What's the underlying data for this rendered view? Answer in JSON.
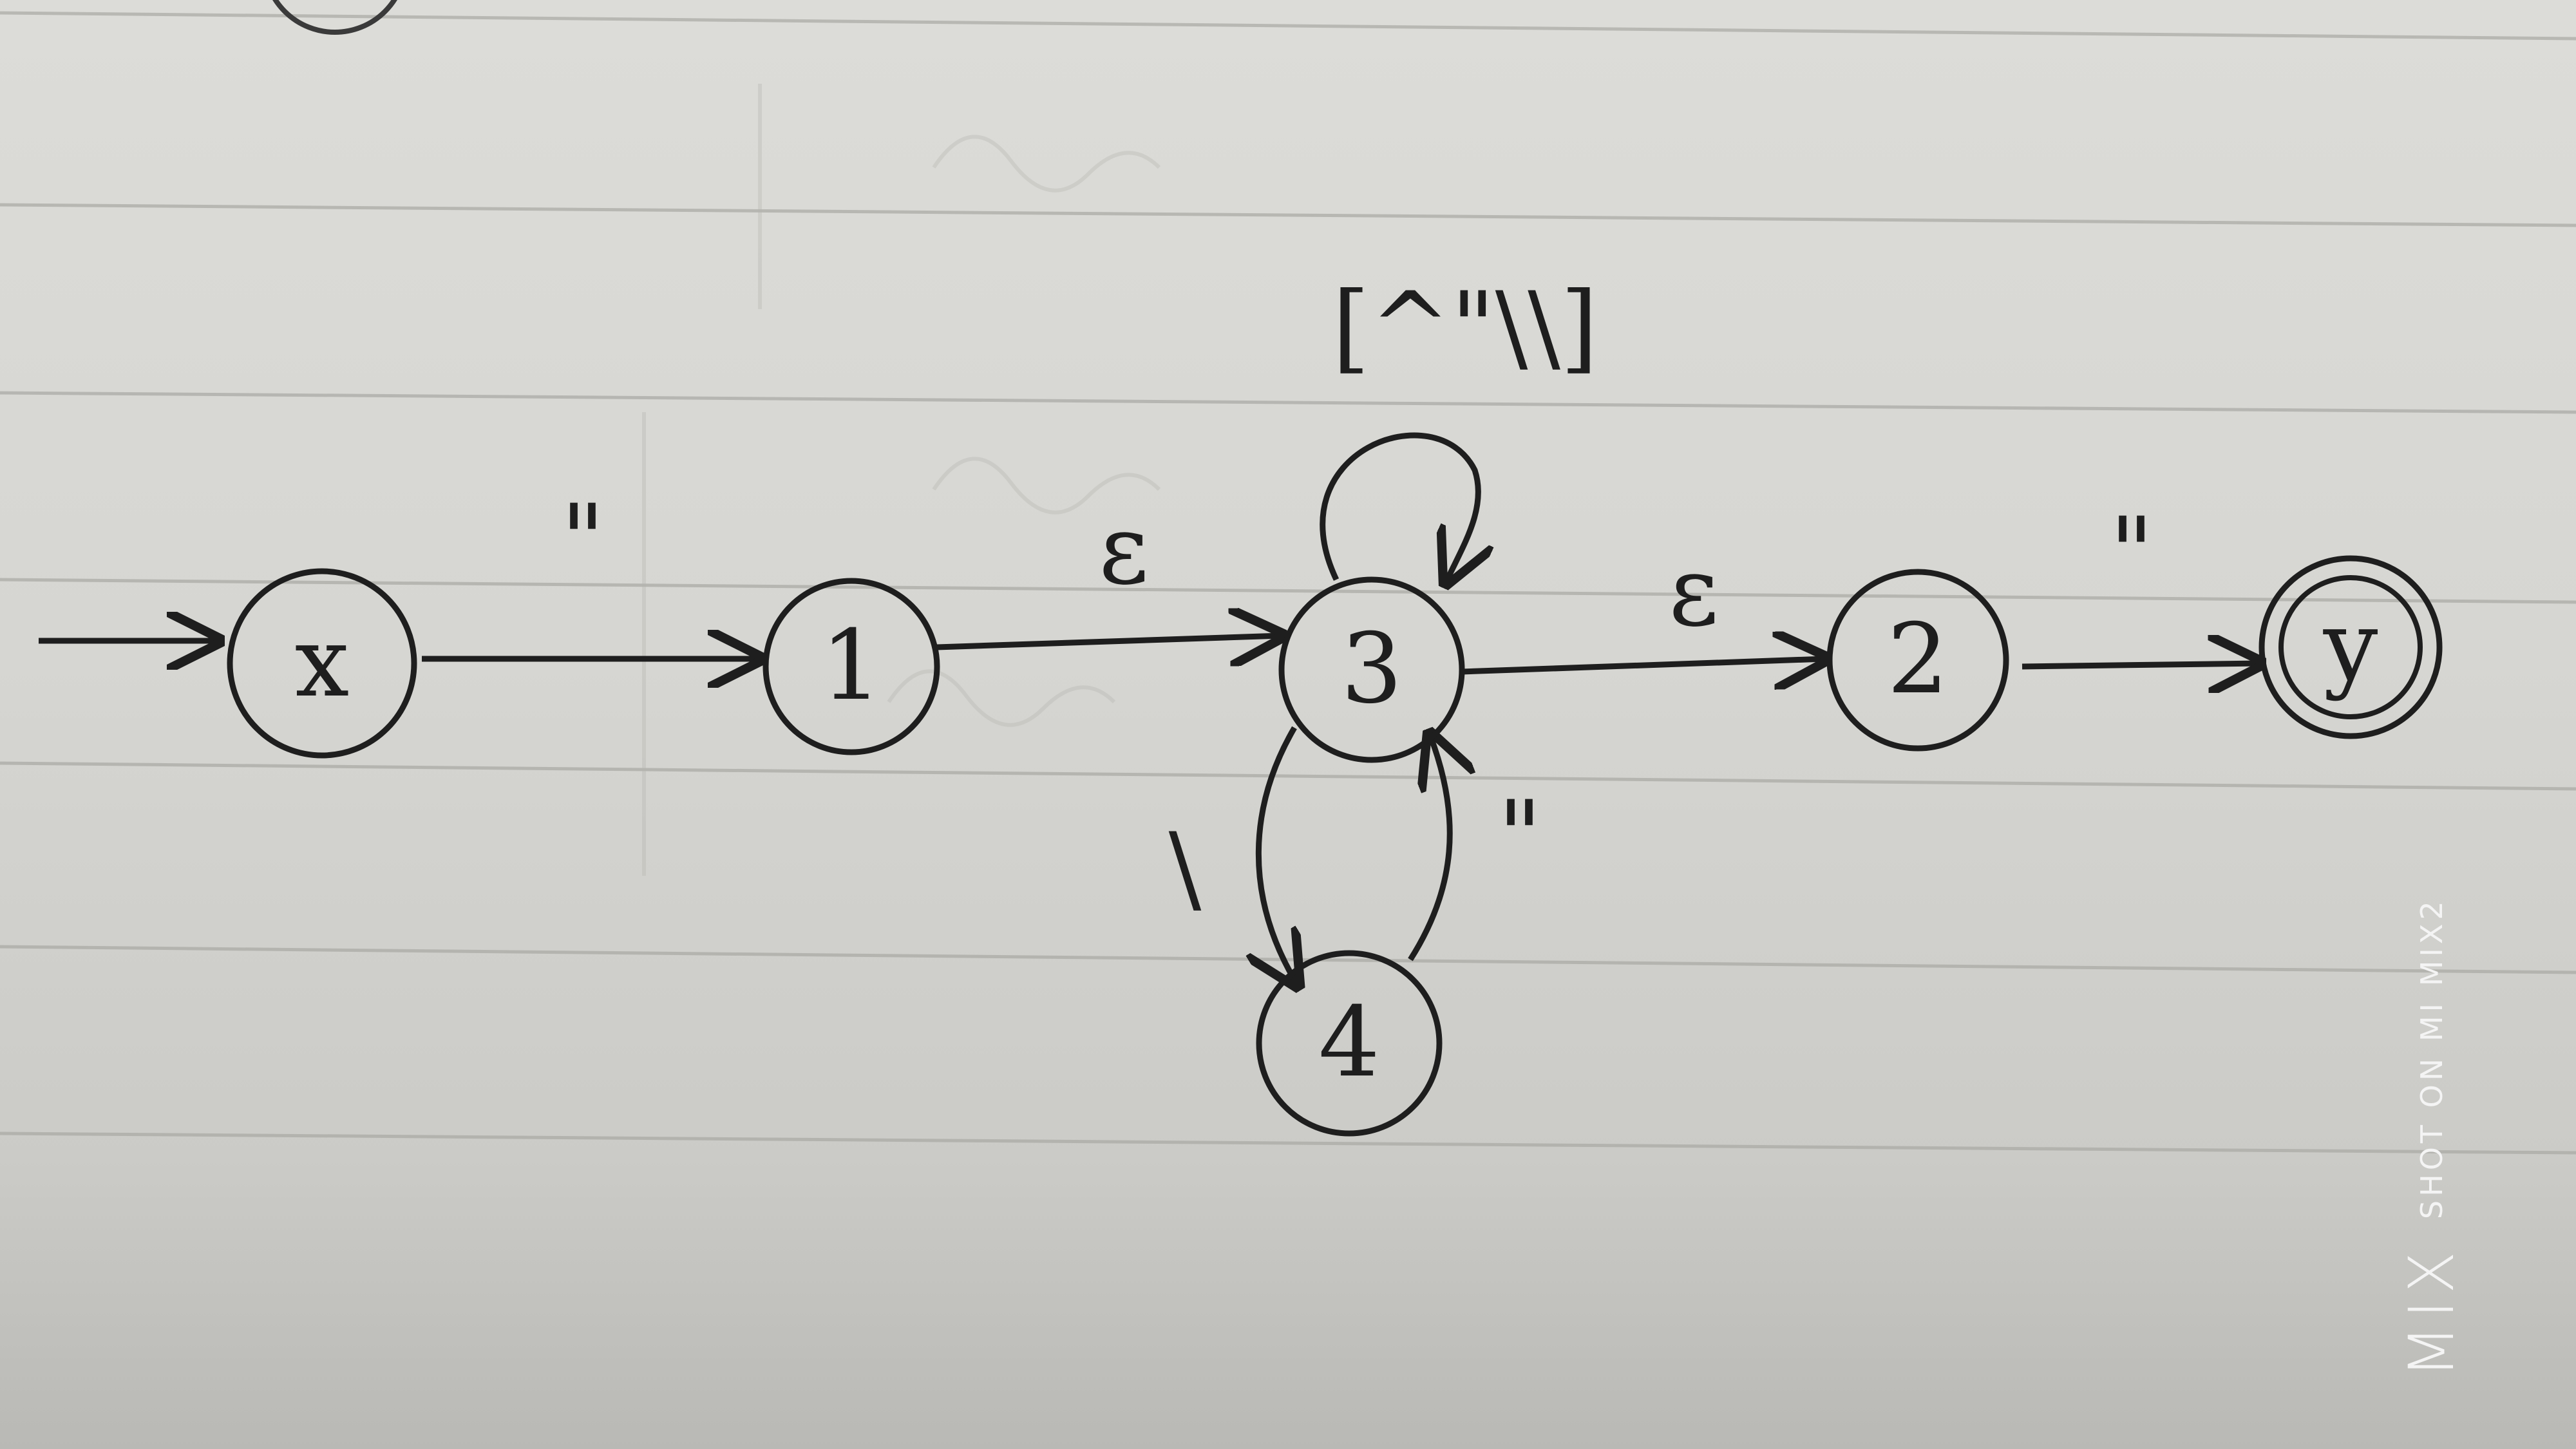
{
  "diagram": {
    "states": [
      {
        "id": "x",
        "label": "x",
        "initial": true,
        "accepting": false
      },
      {
        "id": "s1",
        "label": "1",
        "initial": false,
        "accepting": false
      },
      {
        "id": "s3",
        "label": "3",
        "initial": false,
        "accepting": false
      },
      {
        "id": "s2",
        "label": "2",
        "initial": false,
        "accepting": false
      },
      {
        "id": "y",
        "label": "y",
        "initial": false,
        "accepting": true
      },
      {
        "id": "s4",
        "label": "4",
        "initial": false,
        "accepting": false
      }
    ],
    "transitions": [
      {
        "from": "x",
        "to": "s1",
        "label": "\""
      },
      {
        "from": "s1",
        "to": "s3",
        "label": "ε"
      },
      {
        "from": "s3",
        "to": "s3",
        "label": "[^\"\\\\]"
      },
      {
        "from": "s3",
        "to": "s2",
        "label": "ε"
      },
      {
        "from": "s2",
        "to": "y",
        "label": "\""
      },
      {
        "from": "s3",
        "to": "s4",
        "label": "\\"
      },
      {
        "from": "s4",
        "to": "s3",
        "label": "\""
      }
    ]
  },
  "watermark": {
    "logo": "MIX",
    "text": "SHOT ON MI MIX2"
  },
  "colors": {
    "paper": "#d9d9d5",
    "ink": "#1e1e1e",
    "rule_line": "#a9a9a4",
    "ghost_ink": "#bdbdb8"
  }
}
